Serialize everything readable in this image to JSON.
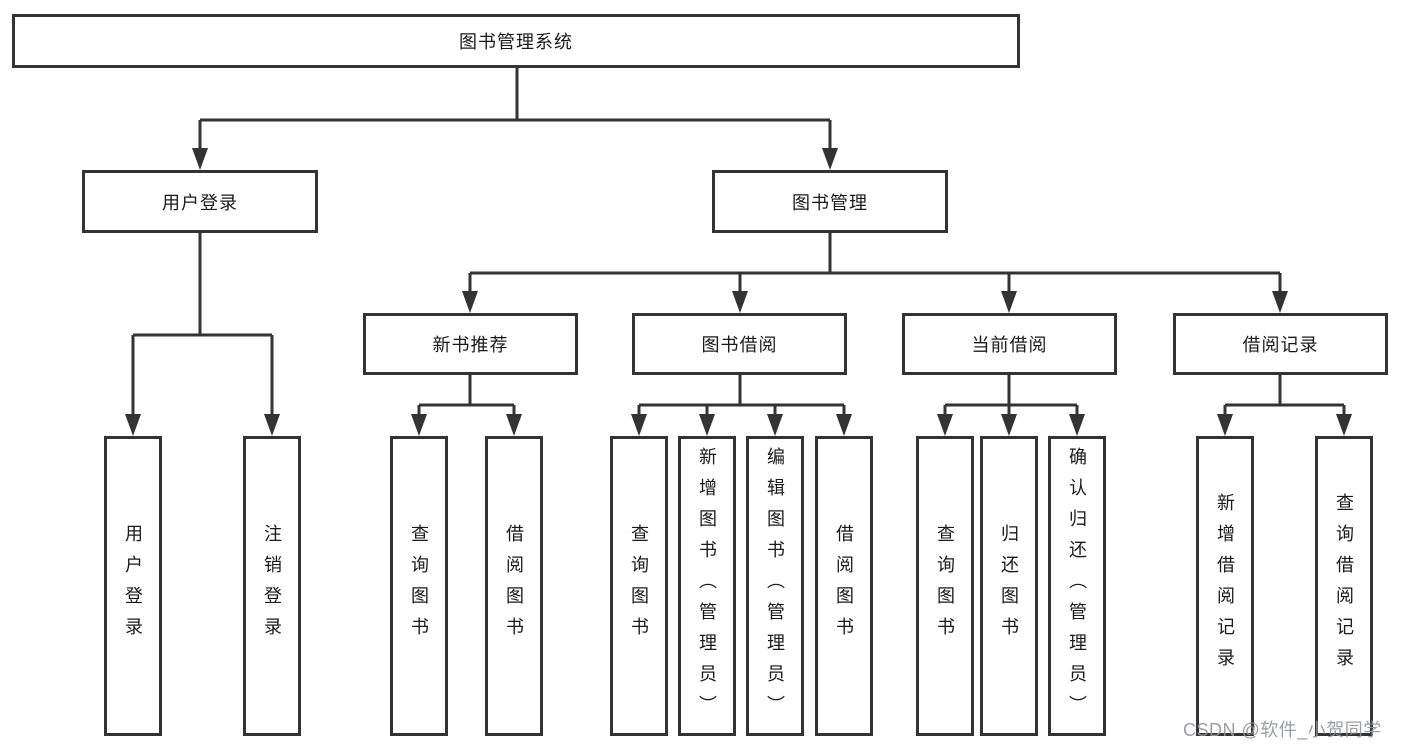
{
  "diagram": {
    "type": "tree",
    "root": {
      "label": "图书管理系统"
    },
    "level2": [
      {
        "label": "用户登录"
      },
      {
        "label": "图书管理"
      }
    ],
    "level3": [
      {
        "label": "新书推荐",
        "parent": "图书管理"
      },
      {
        "label": "图书借阅",
        "parent": "图书管理"
      },
      {
        "label": "当前借阅",
        "parent": "图书管理"
      },
      {
        "label": "借阅记录",
        "parent": "图书管理"
      }
    ],
    "leaves": [
      {
        "label": "用户登录",
        "parent": "用户登录"
      },
      {
        "label": "注销登录",
        "parent": "用户登录"
      },
      {
        "label": "查询图书",
        "parent": "新书推荐"
      },
      {
        "label": "借阅图书",
        "parent": "新书推荐"
      },
      {
        "label": "查询图书",
        "parent": "图书借阅"
      },
      {
        "label": "新增图书（管理员）",
        "parent": "图书借阅"
      },
      {
        "label": "编辑图书（管理员）",
        "parent": "图书借阅"
      },
      {
        "label": "借阅图书",
        "parent": "图书借阅"
      },
      {
        "label": "查询图书",
        "parent": "当前借阅"
      },
      {
        "label": "归还图书",
        "parent": "当前借阅"
      },
      {
        "label": "确认归还（管理员）",
        "parent": "当前借阅"
      },
      {
        "label": "新增借阅记录",
        "parent": "借阅记录"
      },
      {
        "label": "查询借阅记录",
        "parent": "借阅记录"
      }
    ]
  },
  "watermark": {
    "text": "CSDN @软件_小贺同学"
  },
  "colors": {
    "line": "#333333",
    "box_border": "#333333",
    "box_fill": "#ffffff",
    "text": "#1a1a1a",
    "watermark": "#94969b",
    "background": "#ffffff"
  }
}
